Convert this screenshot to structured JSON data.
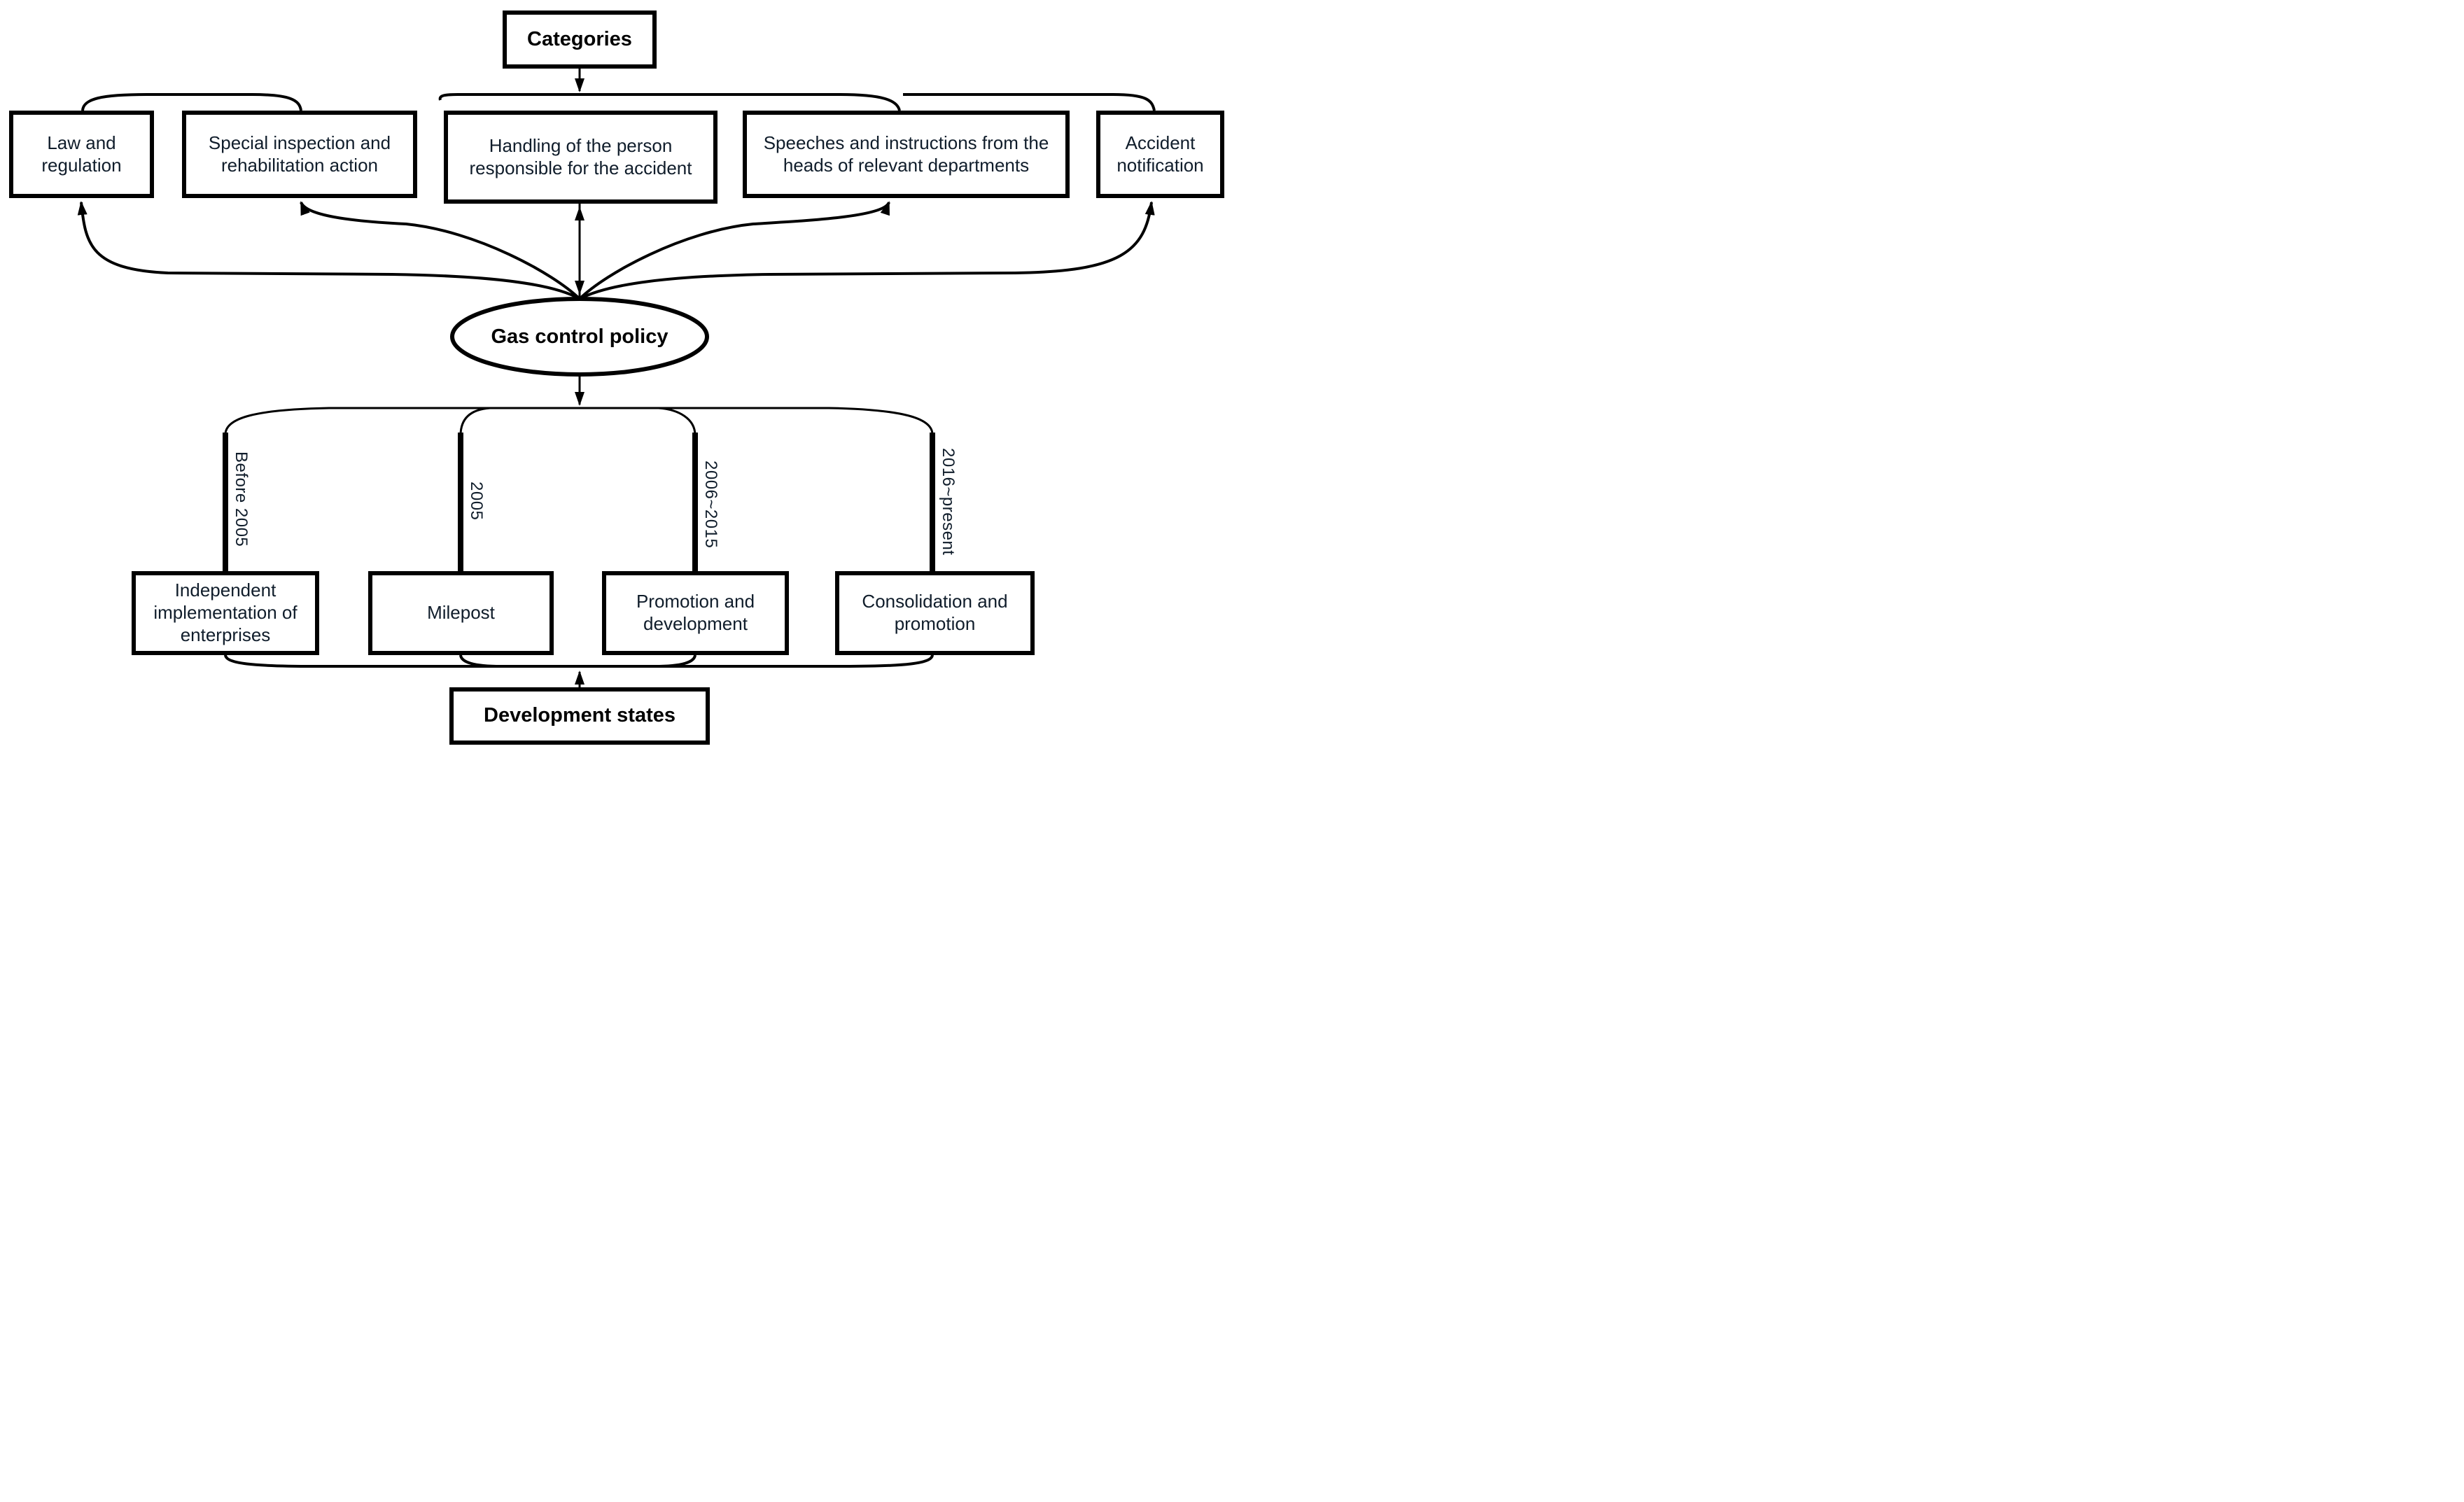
{
  "diagram": {
    "title_node": "Categories",
    "policy_node": "Gas control policy",
    "bottom_node": "Development states",
    "categories": [
      {
        "label": "Law and regulation"
      },
      {
        "label": "Special inspection and rehabilitation action"
      },
      {
        "label": "Handling of the person responsible for the accident"
      },
      {
        "label": "Speeches and instructions from the heads of relevant departments"
      },
      {
        "label": "Accident notification"
      }
    ],
    "timeline": [
      {
        "period": "Before 2005",
        "state": "Independent implementation of enterprises"
      },
      {
        "period": "2005",
        "state": "Milepost"
      },
      {
        "period": "2006~2015",
        "state": "Promotion and development"
      },
      {
        "period": "2016~present",
        "state": "Consolidation and promotion"
      }
    ],
    "colors": {
      "line": "#000000",
      "box_text": "#101d2b",
      "title_text": "#000000",
      "background": "#ffffff"
    }
  }
}
